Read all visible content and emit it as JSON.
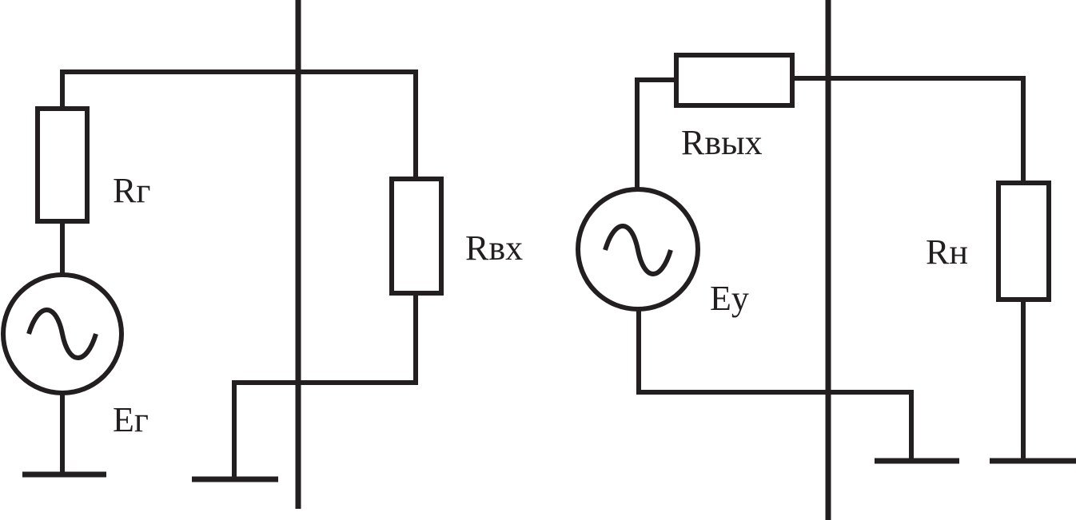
{
  "colors": {
    "ink": "#231f20",
    "background": "#ffffff"
  },
  "labels": {
    "rg": "Rг",
    "eg": "Eг",
    "rin": "Rвх",
    "rout": "Rвых",
    "ey": "Eу",
    "rn": "Rн"
  },
  "icons": [
    "ac-source-icon",
    "resistor-icon",
    "ground-icon"
  ]
}
